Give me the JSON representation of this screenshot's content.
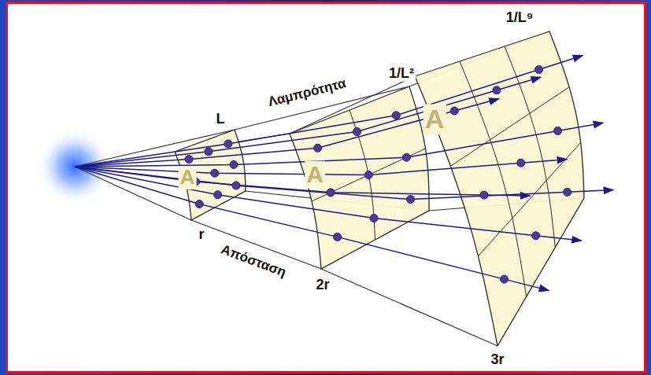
{
  "diagram": {
    "labels": [
      "L",
      "1/L²",
      "1/L⁹",
      "Λαμπρότητα",
      "r",
      "2r",
      "3r",
      "Απόσταση",
      "A",
      "A",
      "A"
    ]
  }
}
